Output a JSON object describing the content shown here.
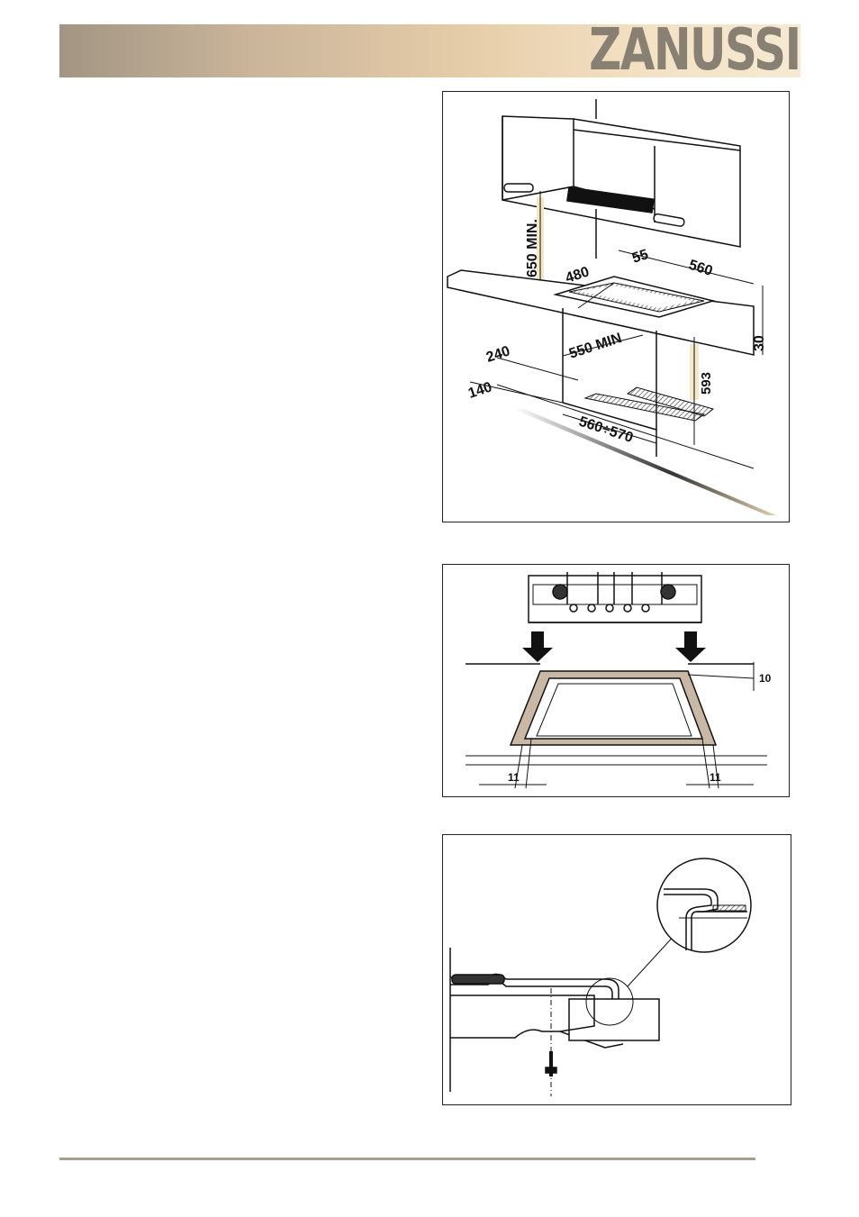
{
  "header": {
    "brand": "ZANUSSI"
  },
  "figure1": {
    "dimensions": {
      "min_height": "650 MIN.",
      "depth": "480",
      "offset": "55",
      "width": "560",
      "thickness": "30",
      "side_clearance": "240",
      "front_clearance": "140",
      "min_depth": "550 MIN",
      "oven_height": "593",
      "cavity_width": "560÷570"
    }
  },
  "figure2": {
    "dimensions": {
      "edge": "10",
      "left_gap": "11",
      "right_gap": "11"
    }
  },
  "colors": {
    "header_gradient_start": "#a29583",
    "header_gradient_end": "#f6ead3",
    "brand": "#888073",
    "footer_rule": "#a89e90"
  }
}
